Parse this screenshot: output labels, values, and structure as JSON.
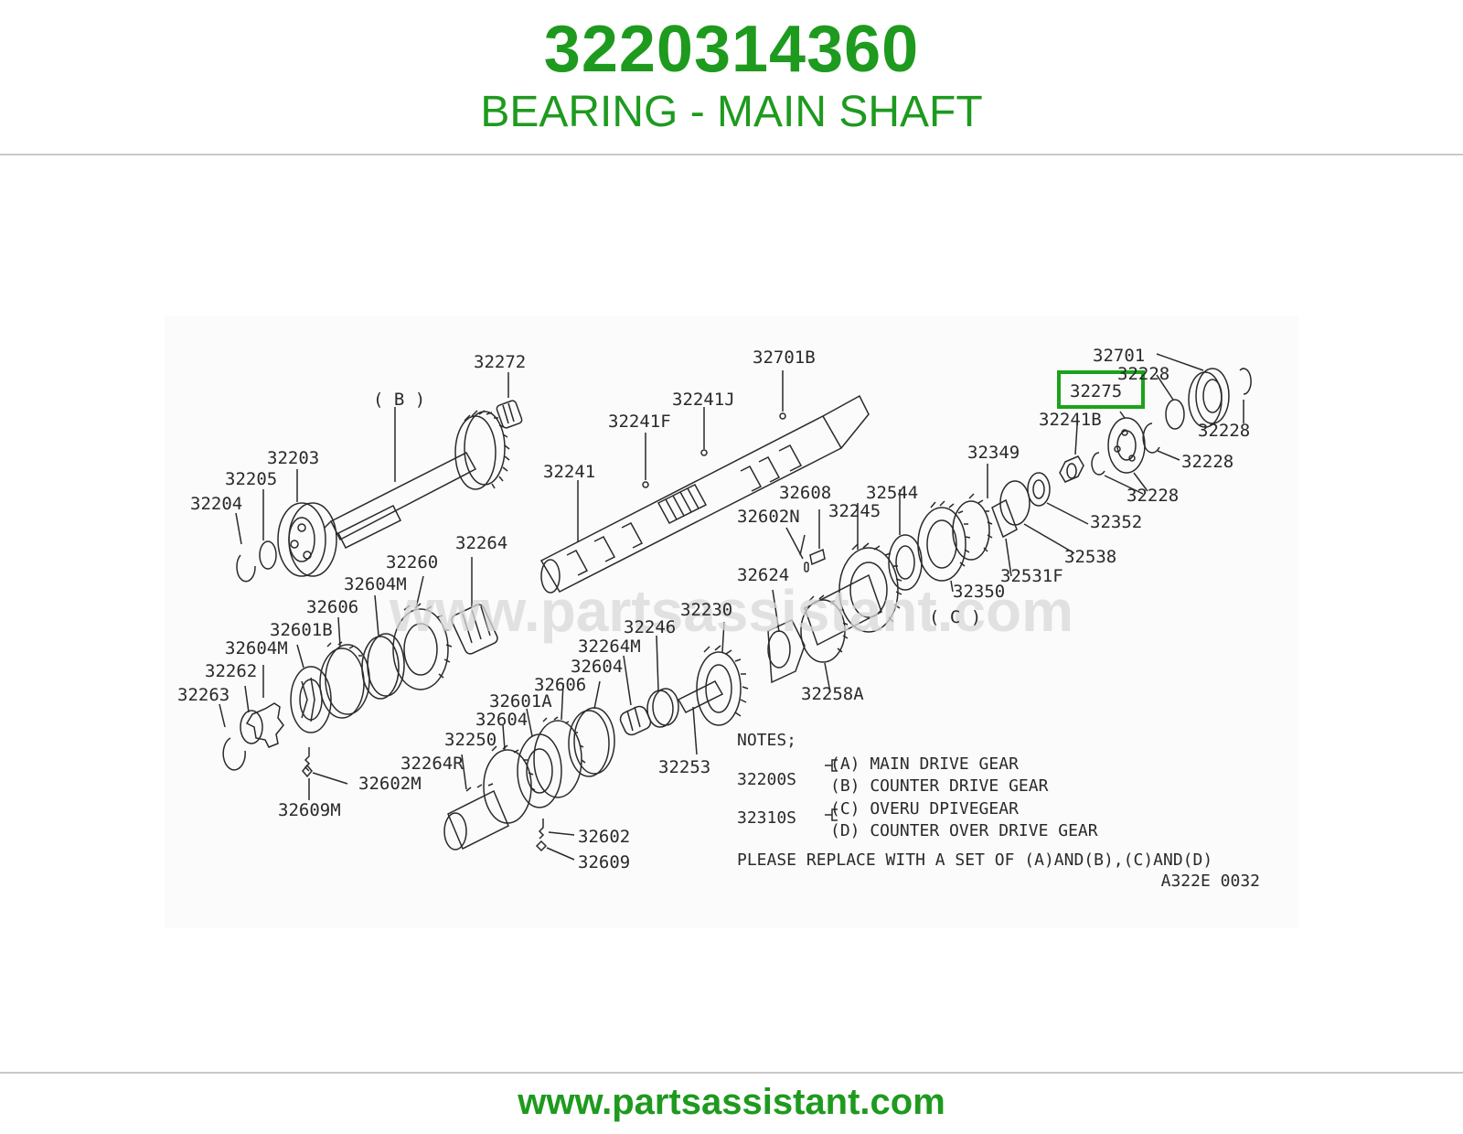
{
  "header": {
    "part_number": "3220314360",
    "description": "BEARING - MAIN SHAFT"
  },
  "footer": {
    "url": "www.partsassistant.com"
  },
  "diagram": {
    "watermark": "www.partsassistant.com",
    "highlight_color": "#1aa31a",
    "ink_color": "#2a2a2a",
    "highlighted_part": "32275",
    "labels": {
      "p32272": "32272",
      "b_group": "( B )",
      "p32203": "32203",
      "p32205": "32205",
      "p32204": "32204",
      "p32701B": "32701B",
      "p32241J": "32241J",
      "p32241F": "32241F",
      "p32241": "32241",
      "p32701": "32701",
      "p32228_a": "32228",
      "p32275": "32275",
      "p32241B": "32241B",
      "p32228_b": "32228",
      "p32228_c": "32228",
      "p32228_d": "32228",
      "p32349": "32349",
      "p32352": "32352",
      "p32538": "32538",
      "p32531F": "32531F",
      "p32350": "32350",
      "c_group": "( C )",
      "p32608": "32608",
      "p32544": "32544",
      "p32245": "32245",
      "p32602N": "32602N",
      "p32624": "32624",
      "p32258A": "32258A",
      "p32264": "32264",
      "p32260": "32260",
      "p32604M_a": "32604M",
      "p32606_a": "32606",
      "p32601B": "32601B",
      "p32604M_b": "32604M",
      "p32262": "32262",
      "p32263": "32263",
      "p32602M": "32602M",
      "p32609M": "32609M",
      "p32230": "32230",
      "p32246": "32246",
      "p32264M": "32264M",
      "p32604_a": "32604",
      "p32606_b": "32606",
      "p32601A": "32601A",
      "p32604_b": "32604",
      "p32250": "32250",
      "p32264R": "32264R",
      "p32253": "32253",
      "p32602": "32602",
      "p32609": "32609"
    },
    "notes": {
      "title": "NOTES;",
      "set_a": "32200S",
      "line_a": "(A) MAIN DRIVE GEAR",
      "line_b": "(B) COUNTER DRIVE GEAR",
      "set_c": "32310S",
      "line_c": "(C) OVERU DPIVEGEAR",
      "line_d": "(D) COUNTER OVER DRIVE GEAR",
      "replace": "PLEASE REPLACE WITH A SET OF (A)AND(B),(C)AND(D)",
      "ref": "A322E 0032"
    }
  }
}
